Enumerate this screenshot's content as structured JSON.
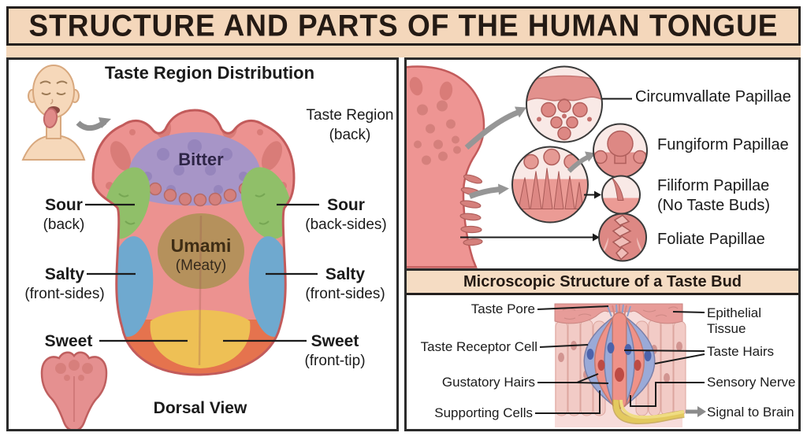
{
  "title": "STRUCTURE AND PARTS OF THE HUMAN TONGUE",
  "colors": {
    "banner_bg": "#f4d7bb",
    "header_bg": "#f5dcc3",
    "panel_border": "#2b2b2b",
    "tongue_pink": "#ec9290",
    "tongue_outline": "#c25b5b",
    "bump_pink": "#d5807c",
    "bitter_purple": "#a795c7",
    "sour_green": "#90bf69",
    "salty_blue": "#6fa9cf",
    "umami_brown": "#b5915c",
    "sweet_yellow": "#eec055",
    "tip_orange": "#e5734e",
    "arrow_gray": "#969696",
    "nerve_yellow": "#e3c95f",
    "cell_blue": "#9aaad8",
    "cell_salmon": "#ef9288",
    "skin": "#f6d8ba"
  },
  "left_panel": {
    "title": "Taste Region Distribution",
    "caption": "Dorsal View",
    "tongue_labels": {
      "bitter": "Bitter",
      "umami": "Umami",
      "umami_sub": "(Meaty)"
    },
    "labels": {
      "taste_region": {
        "name": "Taste Region",
        "sub": "(back)"
      },
      "sour_left": {
        "name": "Sour",
        "sub": "(back)"
      },
      "sour_right": {
        "name": "Sour",
        "sub": "(back-sides)"
      },
      "salty_left": {
        "name": "Salty",
        "sub": "(front-sides)"
      },
      "salty_right": {
        "name": "Salty",
        "sub": "(front-sides)"
      },
      "sweet_left": {
        "name": "Sweet"
      },
      "sweet_right": {
        "name": "Sweet",
        "sub": "(front-tip)"
      }
    }
  },
  "papillae_panel": {
    "labels": {
      "circumvallate": "Circumvallate Papillae",
      "fungiform": "Fungiform Papillae",
      "filiform": "Filiform Papillae",
      "filiform_sub": "(No Taste Buds)",
      "foliate": "Foliate Papillae"
    }
  },
  "tastebud_panel": {
    "title": "Microscopic Structure of a Taste Bud",
    "labels": {
      "taste_pore": "Taste Pore",
      "taste_receptor_cell": "Taste Receptor Cell",
      "gustatory_hairs": "Gustatory Hairs",
      "supporting_cells": "Supporting Cells",
      "epithelial_line1": "Epithelial",
      "epithelial_line2": "Tissue",
      "taste_hairs": "Taste Hairs",
      "sensory_nerve": "Sensory Nerve",
      "signal_to_brain": "Signal to Brain"
    }
  }
}
